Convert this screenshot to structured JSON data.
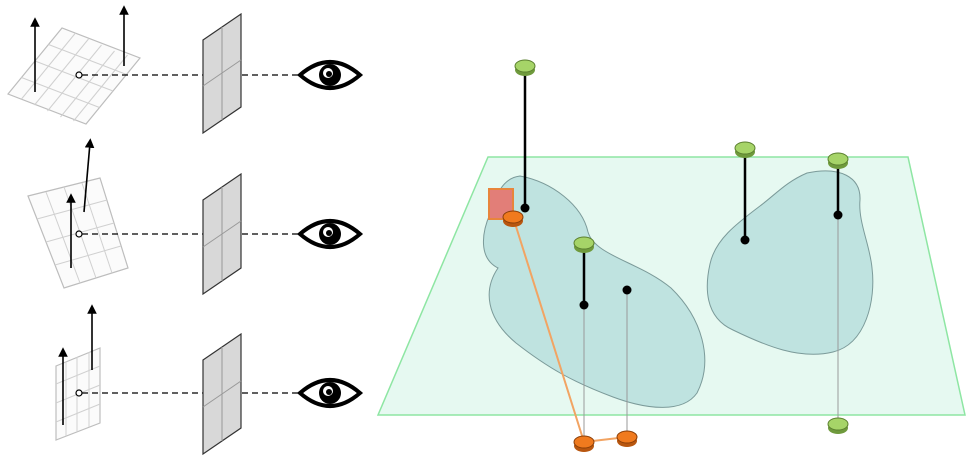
{
  "figure": {
    "left_panel": {
      "rows": [
        {
          "id": "row-1",
          "plane_orientation": "tilted-flat",
          "viewer": "eye-icon"
        },
        {
          "id": "row-2",
          "plane_orientation": "skewed",
          "viewer": "eye-icon"
        },
        {
          "id": "row-3",
          "plane_orientation": "edge-on",
          "viewer": "eye-icon"
        }
      ]
    },
    "right_panel": {
      "plane_color": "#e6f9f1",
      "plane_edge_color": "#8ee6a3",
      "region_color": "#bfe3e0",
      "region_edge_color": "#7b9a99",
      "marker_green": "#a6d468",
      "marker_orange": "#f07a1e",
      "highlight_square": "#e27e78"
    }
  }
}
